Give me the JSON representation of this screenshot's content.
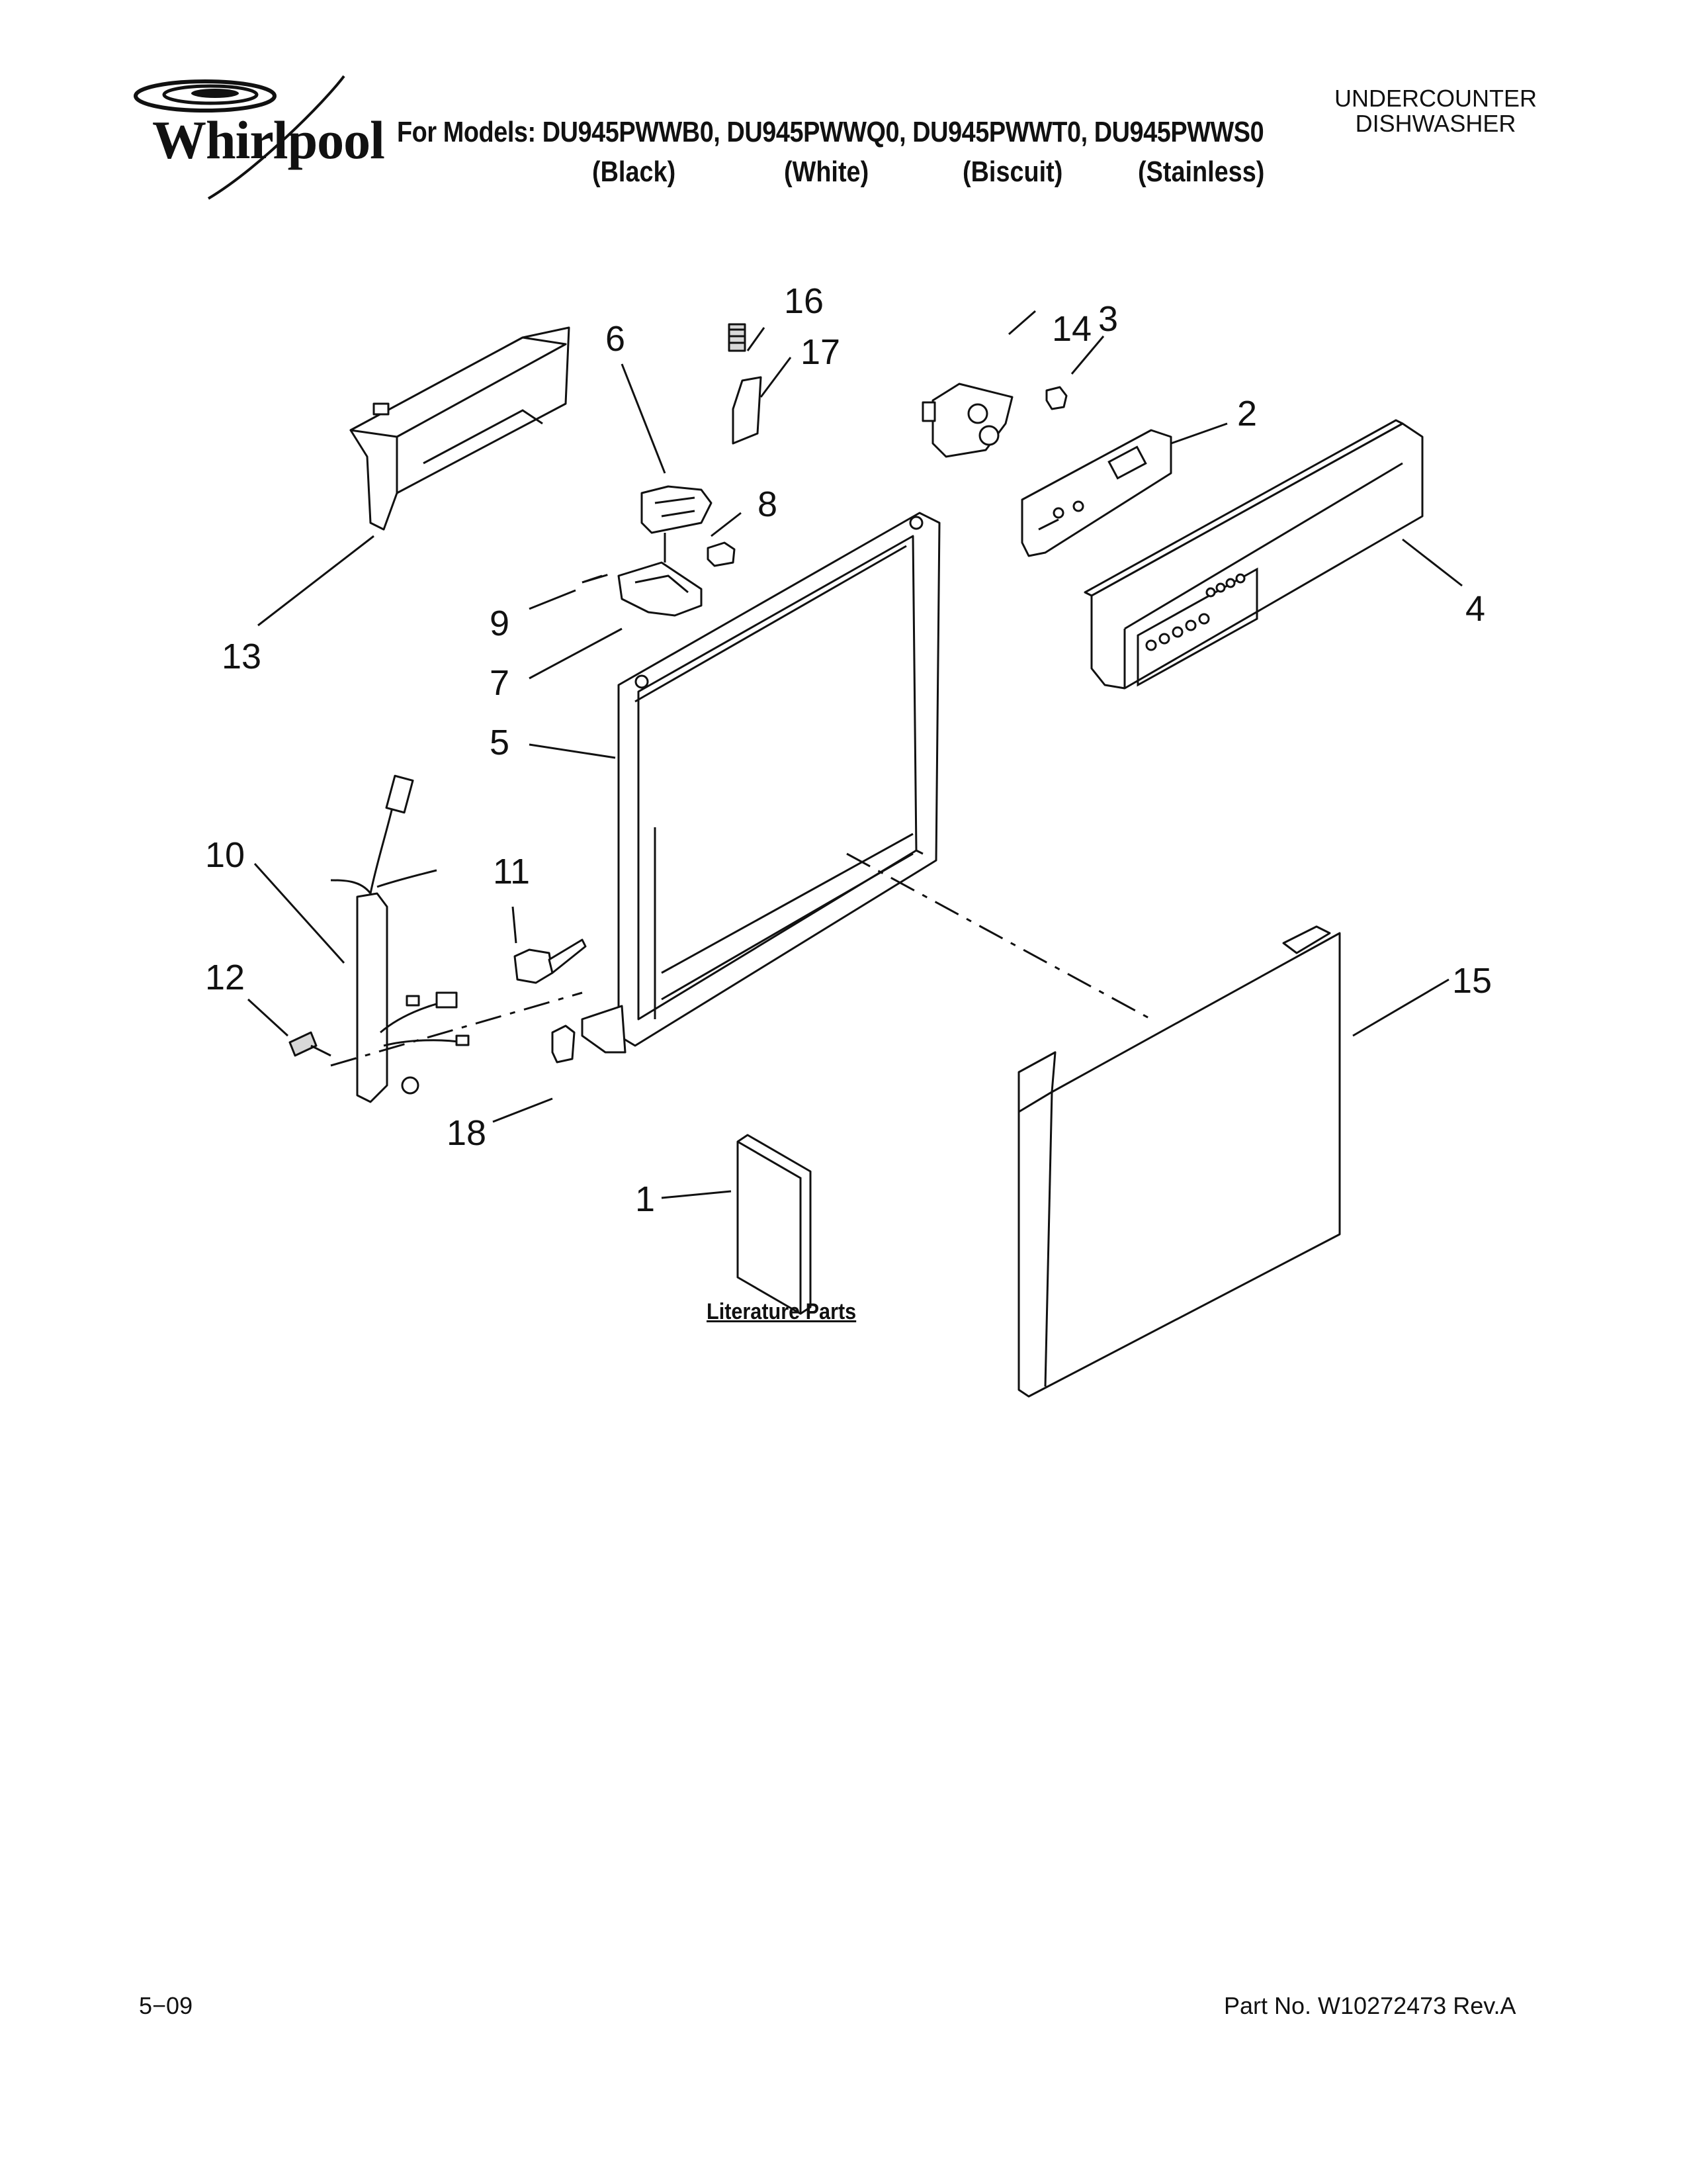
{
  "brand": {
    "name": "Whirlpool"
  },
  "header": {
    "models_label": "For Models: DU945PWWB0, DU945PWWQ0, DU945PWWT0, DU945PWWS0",
    "variants": [
      "(Black)",
      "(White)",
      "(Biscuit)",
      "(Stainless)"
    ],
    "product_line1": "UNDERCOUNTER",
    "product_line2": "DISHWASHER"
  },
  "callouts": [
    "1",
    "2",
    "3",
    "4",
    "5",
    "6",
    "7",
    "8",
    "9",
    "10",
    "11",
    "12",
    "13",
    "14",
    "15",
    "16",
    "17",
    "18"
  ],
  "literature_label": "Literature Parts",
  "footer": {
    "date": "5−09",
    "part_number": "Part No. W10272473 Rev.A"
  }
}
